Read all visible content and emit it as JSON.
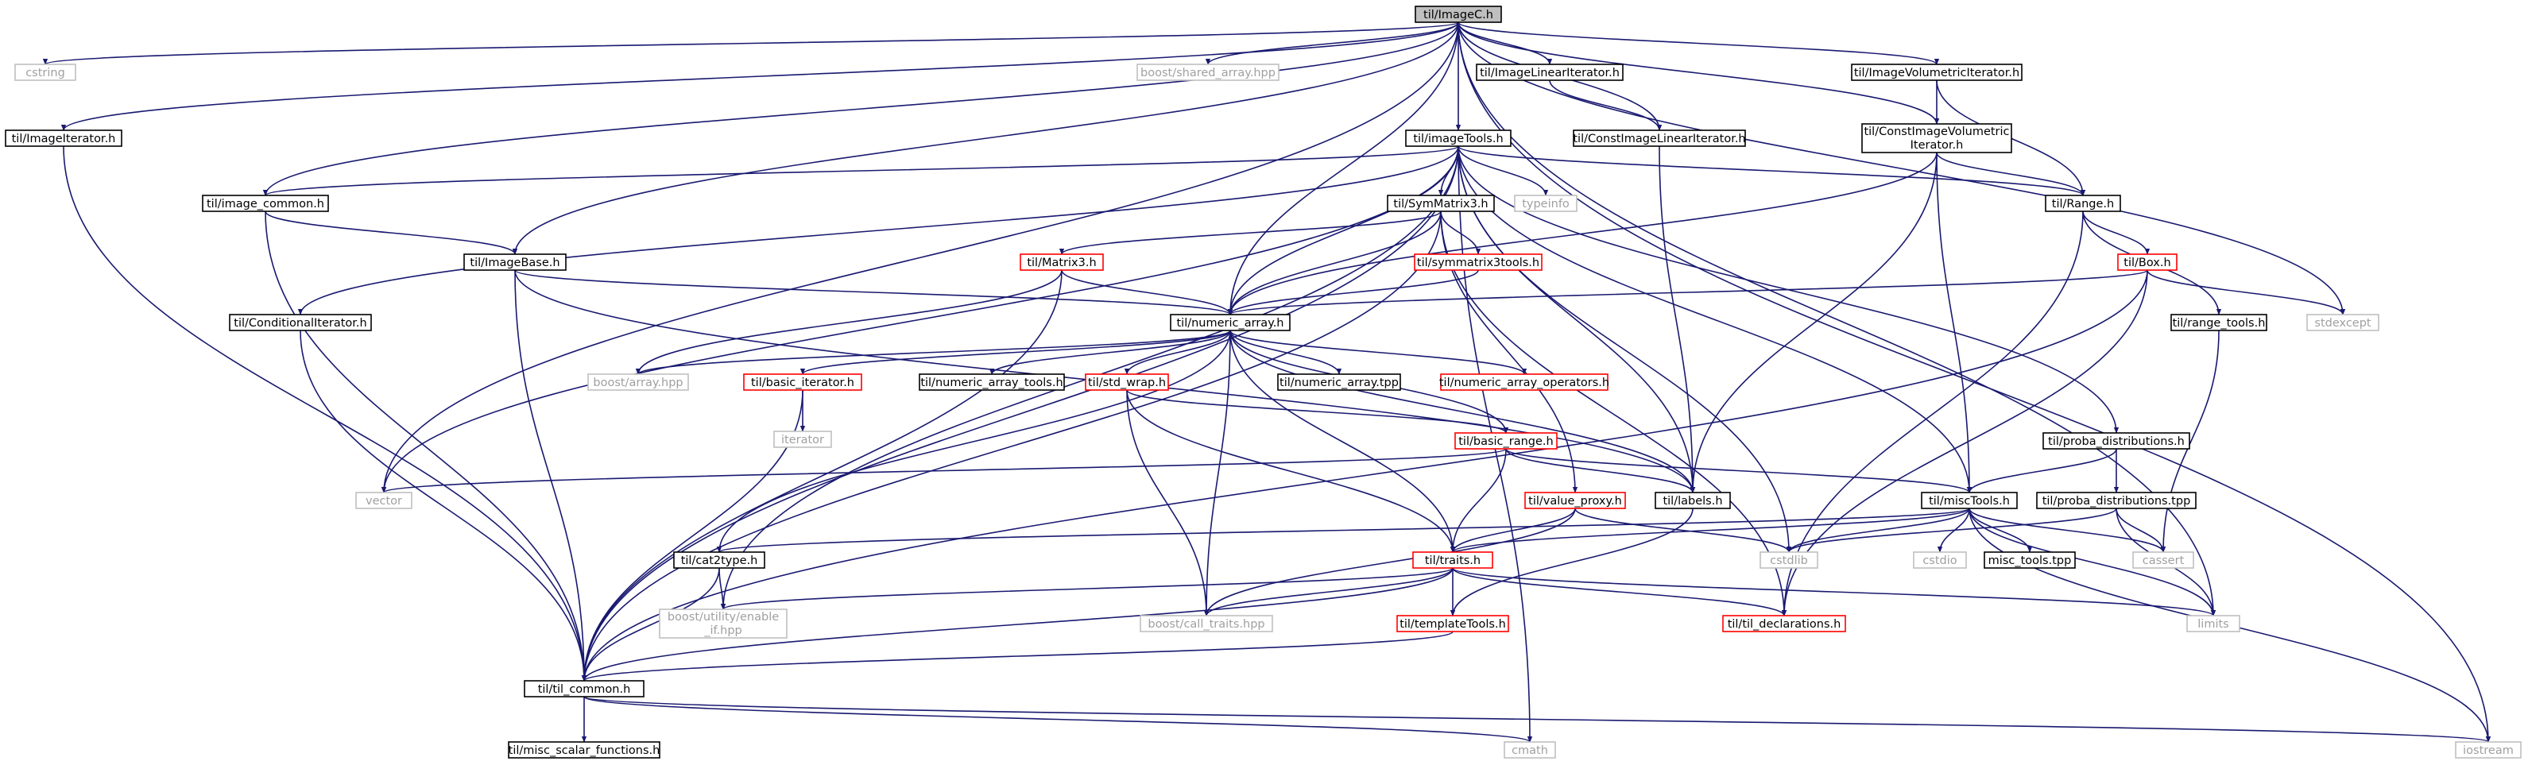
{
  "colors": {
    "edge": "#191970",
    "node_text": "#000000",
    "node_border": "#000000",
    "missing_border": "#bfbfbf",
    "missing_text": "#a0a0a0",
    "truncated_border": "#ff0000",
    "root_fill": "#bfbfbf"
  },
  "graph": {
    "nodes": [
      {
        "id": "imageC",
        "lines": [
          "til/ImageC.h"
        ],
        "kind": "root"
      },
      {
        "id": "cstring",
        "lines": [
          "cstring"
        ],
        "kind": "missing"
      },
      {
        "id": "imageIterator",
        "lines": [
          "til/ImageIterator.h"
        ],
        "kind": "normal"
      },
      {
        "id": "shared_array",
        "lines": [
          "boost/shared_array.hpp"
        ],
        "kind": "missing"
      },
      {
        "id": "imageLinearIterator",
        "lines": [
          "til/ImageLinearIterator.h"
        ],
        "kind": "normal"
      },
      {
        "id": "imageVolumetricIterator",
        "lines": [
          "til/ImageVolumetricIterator.h"
        ],
        "kind": "normal"
      },
      {
        "id": "constImageLinearIterator",
        "lines": [
          "til/ConstImageLinearIterator.h"
        ],
        "kind": "normal"
      },
      {
        "id": "constImageVolumetricIterator",
        "lines": [
          "til/ConstImageVolumetric",
          "Iterator.h"
        ],
        "kind": "normal"
      },
      {
        "id": "imageTools",
        "lines": [
          "til/imageTools.h"
        ],
        "kind": "normal"
      },
      {
        "id": "image_common",
        "lines": [
          "til/image_common.h"
        ],
        "kind": "normal"
      },
      {
        "id": "symMatrix3",
        "lines": [
          "til/SymMatrix3.h"
        ],
        "kind": "normal"
      },
      {
        "id": "typeinfo",
        "lines": [
          "typeinfo"
        ],
        "kind": "missing"
      },
      {
        "id": "range",
        "lines": [
          "til/Range.h"
        ],
        "kind": "normal"
      },
      {
        "id": "imageBase",
        "lines": [
          "til/ImageBase.h"
        ],
        "kind": "normal"
      },
      {
        "id": "matrix3",
        "lines": [
          "til/Matrix3.h"
        ],
        "kind": "truncated"
      },
      {
        "id": "symmatrix3tools",
        "lines": [
          "til/symmatrix3tools.h"
        ],
        "kind": "truncated"
      },
      {
        "id": "box",
        "lines": [
          "til/Box.h"
        ],
        "kind": "truncated"
      },
      {
        "id": "conditionalIterator",
        "lines": [
          "til/ConditionalIterator.h"
        ],
        "kind": "normal"
      },
      {
        "id": "numeric_array",
        "lines": [
          "til/numeric_array.h"
        ],
        "kind": "normal"
      },
      {
        "id": "range_tools",
        "lines": [
          "til/range_tools.h"
        ],
        "kind": "normal"
      },
      {
        "id": "stdexcept",
        "lines": [
          "stdexcept"
        ],
        "kind": "missing"
      },
      {
        "id": "boost_array",
        "lines": [
          "boost/array.hpp"
        ],
        "kind": "missing"
      },
      {
        "id": "basic_iterator",
        "lines": [
          "til/basic_iterator.h"
        ],
        "kind": "truncated"
      },
      {
        "id": "numeric_array_tools",
        "lines": [
          "til/numeric_array_tools.h"
        ],
        "kind": "normal"
      },
      {
        "id": "std_wrap",
        "lines": [
          "til/std_wrap.h"
        ],
        "kind": "truncated"
      },
      {
        "id": "numeric_array_tpp",
        "lines": [
          "til/numeric_array.tpp"
        ],
        "kind": "normal"
      },
      {
        "id": "numeric_array_operators",
        "lines": [
          "til/numeric_array_operators.h"
        ],
        "kind": "truncated"
      },
      {
        "id": "iterator",
        "lines": [
          "iterator"
        ],
        "kind": "missing"
      },
      {
        "id": "basic_range",
        "lines": [
          "til/basic_range.h"
        ],
        "kind": "truncated"
      },
      {
        "id": "proba_distributions",
        "lines": [
          "til/proba_distributions.h"
        ],
        "kind": "normal"
      },
      {
        "id": "vector",
        "lines": [
          "vector"
        ],
        "kind": "missing"
      },
      {
        "id": "value_proxy",
        "lines": [
          "til/value_proxy.h"
        ],
        "kind": "truncated"
      },
      {
        "id": "labels",
        "lines": [
          "til/labels.h"
        ],
        "kind": "normal"
      },
      {
        "id": "miscTools",
        "lines": [
          "til/miscTools.h"
        ],
        "kind": "normal"
      },
      {
        "id": "proba_distributions_tpp",
        "lines": [
          "til/proba_distributions.tpp"
        ],
        "kind": "normal"
      },
      {
        "id": "cat2type",
        "lines": [
          "til/cat2type.h"
        ],
        "kind": "normal"
      },
      {
        "id": "traits",
        "lines": [
          "til/traits.h"
        ],
        "kind": "truncated"
      },
      {
        "id": "cstdlib",
        "lines": [
          "cstdlib"
        ],
        "kind": "missing"
      },
      {
        "id": "cstdio",
        "lines": [
          "cstdio"
        ],
        "kind": "missing"
      },
      {
        "id": "misc_tools_tpp",
        "lines": [
          "misc_tools.tpp"
        ],
        "kind": "normal"
      },
      {
        "id": "cassert",
        "lines": [
          "cassert"
        ],
        "kind": "missing"
      },
      {
        "id": "enable_if",
        "lines": [
          "boost/utility/enable",
          "_if.hpp"
        ],
        "kind": "missing"
      },
      {
        "id": "call_traits",
        "lines": [
          "boost/call_traits.hpp"
        ],
        "kind": "missing"
      },
      {
        "id": "templateTools",
        "lines": [
          "til/templateTools.h"
        ],
        "kind": "truncated"
      },
      {
        "id": "til_declarations",
        "lines": [
          "til/til_declarations.h"
        ],
        "kind": "truncated"
      },
      {
        "id": "limits",
        "lines": [
          "limits"
        ],
        "kind": "missing"
      },
      {
        "id": "til_common",
        "lines": [
          "til/til_common.h"
        ],
        "kind": "normal"
      },
      {
        "id": "misc_scalar_functions",
        "lines": [
          "til/misc_scalar_functions.h"
        ],
        "kind": "normal"
      },
      {
        "id": "cmath",
        "lines": [
          "cmath"
        ],
        "kind": "missing"
      },
      {
        "id": "iostream",
        "lines": [
          "iostream"
        ],
        "kind": "missing"
      }
    ],
    "edges": [
      [
        "imageC",
        "cstring"
      ],
      [
        "imageC",
        "imageIterator"
      ],
      [
        "imageC",
        "shared_array"
      ],
      [
        "imageC",
        "imageLinearIterator"
      ],
      [
        "imageC",
        "imageVolumetricIterator"
      ],
      [
        "imageC",
        "constImageLinearIterator"
      ],
      [
        "imageC",
        "constImageVolumetricIterator"
      ],
      [
        "imageC",
        "imageTools"
      ],
      [
        "imageC",
        "image_common"
      ],
      [
        "imageC",
        "imageBase"
      ],
      [
        "imageC",
        "vector"
      ],
      [
        "imageC",
        "numeric_array"
      ],
      [
        "imageC",
        "stdexcept"
      ],
      [
        "imageC",
        "limits"
      ],
      [
        "imageC",
        "iostream"
      ],
      [
        "imageIterator",
        "til_common"
      ],
      [
        "imageLinearIterator",
        "constImageLinearIterator"
      ],
      [
        "imageVolumetricIterator",
        "constImageVolumetricIterator"
      ],
      [
        "imageVolumetricIterator",
        "range"
      ],
      [
        "constImageLinearIterator",
        "labels"
      ],
      [
        "constImageVolumetricIterator",
        "range"
      ],
      [
        "constImageVolumetricIterator",
        "numeric_array"
      ],
      [
        "constImageVolumetricIterator",
        "miscTools"
      ],
      [
        "constImageVolumetricIterator",
        "labels"
      ],
      [
        "imageTools",
        "image_common"
      ],
      [
        "imageTools",
        "symMatrix3"
      ],
      [
        "imageTools",
        "typeinfo"
      ],
      [
        "imageTools",
        "range"
      ],
      [
        "imageTools",
        "conditionalIterator"
      ],
      [
        "imageTools",
        "numeric_array"
      ],
      [
        "imageTools",
        "vector"
      ],
      [
        "imageTools",
        "til_common"
      ],
      [
        "imageTools",
        "enable_if"
      ],
      [
        "imageTools",
        "labels"
      ],
      [
        "imageTools",
        "cstdlib"
      ],
      [
        "imageTools",
        "miscTools"
      ],
      [
        "imageTools",
        "proba_distributions"
      ],
      [
        "imageTools",
        "cmath"
      ],
      [
        "image_common",
        "imageBase"
      ],
      [
        "image_common",
        "til_common"
      ],
      [
        "symMatrix3",
        "matrix3"
      ],
      [
        "symMatrix3",
        "symmatrix3tools"
      ],
      [
        "symMatrix3",
        "numeric_array"
      ],
      [
        "symMatrix3",
        "value_proxy"
      ],
      [
        "symMatrix3",
        "til_declarations"
      ],
      [
        "symMatrix3",
        "til_common"
      ],
      [
        "range",
        "box"
      ],
      [
        "range",
        "range_tools"
      ],
      [
        "range",
        "til_declarations"
      ],
      [
        "imageBase",
        "numeric_array"
      ],
      [
        "imageBase",
        "labels"
      ],
      [
        "imageBase",
        "til_common"
      ],
      [
        "matrix3",
        "numeric_array"
      ],
      [
        "matrix3",
        "boost_array"
      ],
      [
        "matrix3",
        "til_common"
      ],
      [
        "symmatrix3tools",
        "numeric_array"
      ],
      [
        "box",
        "numeric_array"
      ],
      [
        "box",
        "stdexcept"
      ],
      [
        "box",
        "til_declarations"
      ],
      [
        "box",
        "til_common"
      ],
      [
        "conditionalIterator",
        "til_common"
      ],
      [
        "numeric_array",
        "boost_array"
      ],
      [
        "numeric_array",
        "basic_iterator"
      ],
      [
        "numeric_array",
        "numeric_array_tools"
      ],
      [
        "numeric_array",
        "std_wrap"
      ],
      [
        "numeric_array",
        "numeric_array_tpp"
      ],
      [
        "numeric_array",
        "numeric_array_operators"
      ],
      [
        "numeric_array",
        "basic_range"
      ],
      [
        "numeric_array",
        "labels"
      ],
      [
        "numeric_array",
        "cat2type"
      ],
      [
        "numeric_array",
        "traits"
      ],
      [
        "numeric_array",
        "call_traits"
      ],
      [
        "range_tools",
        "cassert"
      ],
      [
        "basic_iterator",
        "iterator"
      ],
      [
        "basic_iterator",
        "til_common"
      ],
      [
        "std_wrap",
        "basic_range"
      ],
      [
        "std_wrap",
        "traits"
      ],
      [
        "std_wrap",
        "call_traits"
      ],
      [
        "basic_range",
        "vector"
      ],
      [
        "basic_range",
        "labels"
      ],
      [
        "basic_range",
        "miscTools"
      ],
      [
        "basic_range",
        "traits"
      ],
      [
        "proba_distributions",
        "miscTools"
      ],
      [
        "proba_distributions",
        "proba_distributions_tpp"
      ],
      [
        "proba_distributions_tpp",
        "cstdlib"
      ],
      [
        "proba_distributions_tpp",
        "cassert"
      ],
      [
        "proba_distributions_tpp",
        "limits"
      ],
      [
        "value_proxy",
        "traits"
      ],
      [
        "value_proxy",
        "cstdlib"
      ],
      [
        "value_proxy",
        "call_traits"
      ],
      [
        "labels",
        "templateTools"
      ],
      [
        "miscTools",
        "cat2type"
      ],
      [
        "miscTools",
        "traits"
      ],
      [
        "miscTools",
        "cstdlib"
      ],
      [
        "miscTools",
        "cstdio"
      ],
      [
        "miscTools",
        "misc_tools_tpp"
      ],
      [
        "miscTools",
        "cassert"
      ],
      [
        "miscTools",
        "limits"
      ],
      [
        "miscTools",
        "iostream"
      ],
      [
        "cat2type",
        "enable_if"
      ],
      [
        "cat2type",
        "til_common"
      ],
      [
        "traits",
        "enable_if"
      ],
      [
        "traits",
        "call_traits"
      ],
      [
        "traits",
        "templateTools"
      ],
      [
        "traits",
        "til_declarations"
      ],
      [
        "traits",
        "limits"
      ],
      [
        "traits",
        "til_common"
      ],
      [
        "templateTools",
        "til_common"
      ],
      [
        "til_common",
        "misc_scalar_functions"
      ],
      [
        "til_common",
        "cmath"
      ],
      [
        "til_common",
        "iostream"
      ]
    ]
  }
}
